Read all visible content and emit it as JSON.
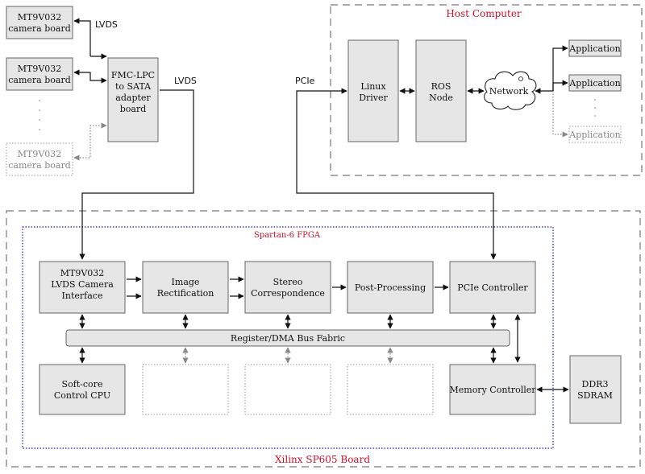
{
  "labels": {
    "host_computer": "Host Computer",
    "board": "Xilinx SP605 Board",
    "fpga": "Spartan-6 FPGA",
    "lvds_1": "LVDS",
    "lvds_2": "LVDS",
    "pcie_link": "PCIe"
  },
  "cameras": {
    "cam1": [
      "MT9V032",
      "camera board"
    ],
    "cam2": [
      "MT9V032",
      "camera board"
    ],
    "cam3": [
      "MT9V032",
      "camera board"
    ]
  },
  "adapter": [
    "FMC-LPC",
    "to SATA",
    "adapter",
    "board"
  ],
  "host": {
    "driver": [
      "Linux",
      "Driver"
    ],
    "ros": [
      "ROS",
      "Node"
    ],
    "network": "Network",
    "apps": [
      "Application",
      "Application",
      "Application"
    ]
  },
  "fpga_blocks": {
    "cam_if": [
      "MT9V032",
      "LVDS Camera",
      "Interface"
    ],
    "rect": [
      "Image",
      "Rectification"
    ],
    "stereo": [
      "Stereo",
      "Correspondence"
    ],
    "post": "Post-Processing",
    "pcie_ctrl": "PCIe Controller",
    "bus": "Register/DMA Bus Fabric",
    "cpu": [
      "Soft-core",
      "Control CPU"
    ],
    "mem": "Memory Controller"
  },
  "ddr": [
    "DDR3",
    "SDRAM"
  ],
  "colors": {
    "accent_red": "#d0102a",
    "fpga_border_blue": "#1a1adc",
    "box_fill": "#e6e6e6"
  }
}
